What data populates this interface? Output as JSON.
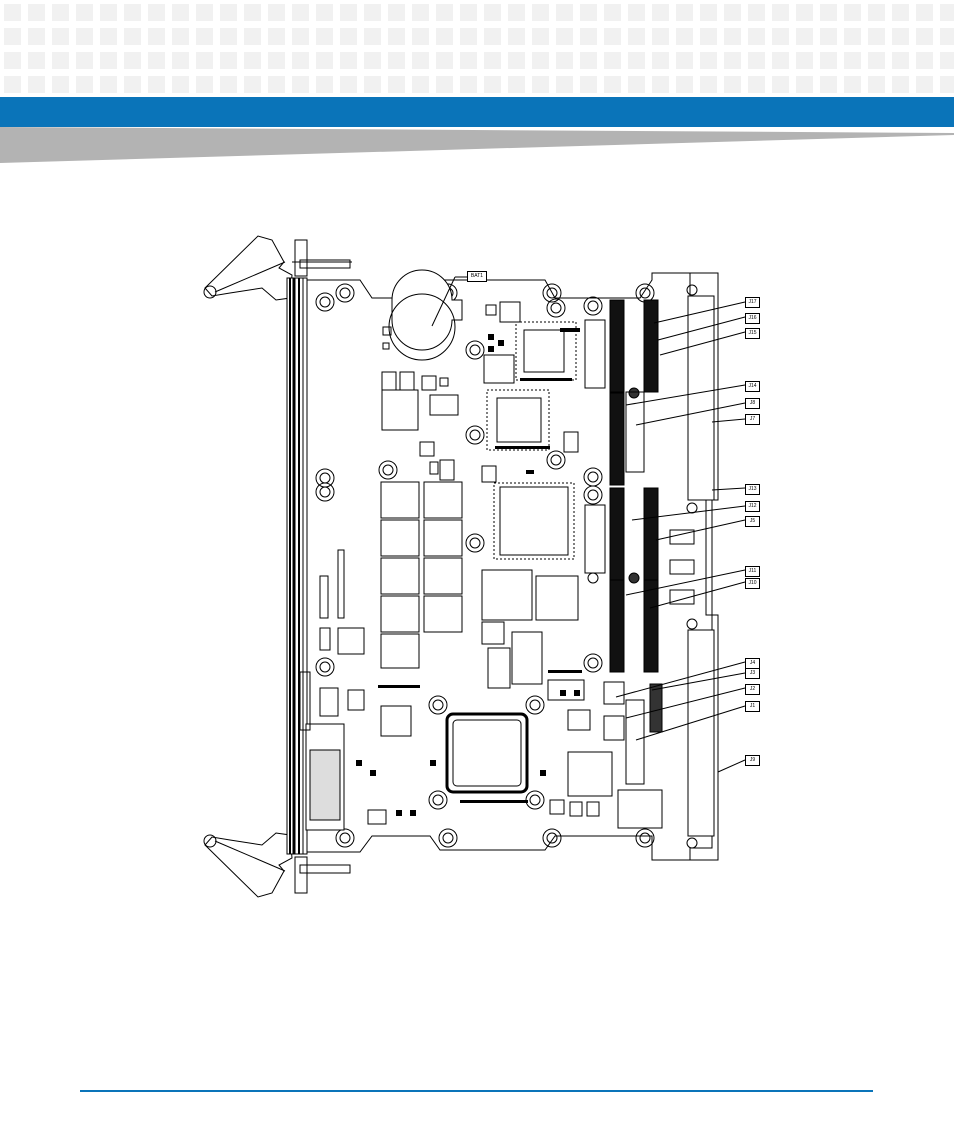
{
  "page": {
    "brand_colors": {
      "blue_band": "#0a74b9",
      "grey_band": "#b3b3b3",
      "footer_rule": "#0a74b9",
      "header_square": "#f1f1f1"
    }
  },
  "figure": {
    "callouts": [
      {
        "id": "callout-bat",
        "label": "BAT1"
      },
      {
        "id": "callout-r1",
        "label": "J17"
      },
      {
        "id": "callout-r2",
        "label": "J16"
      },
      {
        "id": "callout-r3",
        "label": "J15"
      },
      {
        "id": "callout-r4",
        "label": "J14"
      },
      {
        "id": "callout-r5",
        "label": "J8"
      },
      {
        "id": "callout-r6",
        "label": "J7"
      },
      {
        "id": "callout-r7",
        "label": "J13"
      },
      {
        "id": "callout-r8",
        "label": "J12"
      },
      {
        "id": "callout-r9",
        "label": "J5"
      },
      {
        "id": "callout-r10",
        "label": "J11"
      },
      {
        "id": "callout-r11",
        "label": "J10"
      },
      {
        "id": "callout-r12",
        "label": "J4"
      },
      {
        "id": "callout-r13",
        "label": "J3"
      },
      {
        "id": "callout-r14",
        "label": "J2"
      },
      {
        "id": "callout-r15",
        "label": "J1"
      },
      {
        "id": "callout-r16",
        "label": "J9"
      }
    ]
  }
}
